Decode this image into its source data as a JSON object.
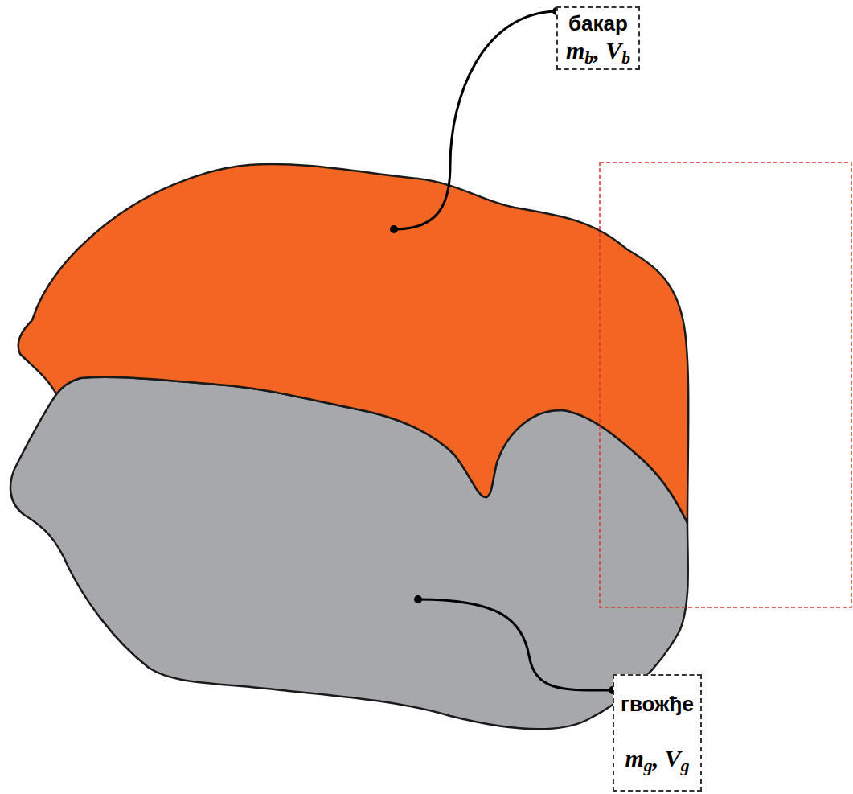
{
  "diagram": {
    "nodes": [
      {
        "text": [
          "бакар",
          "mb, Vb"
        ]
      },
      {
        "text": [
          "гвожђе",
          "mg, Vg"
        ]
      }
    ]
  }
}
